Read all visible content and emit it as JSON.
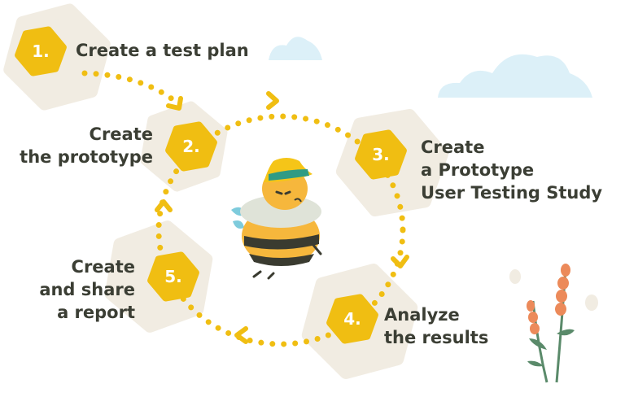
{
  "colors": {
    "accent": "#f0be12",
    "hex_bg": "#f1ece2",
    "text": "#3b3e34",
    "cloud": "#dcf0f8"
  },
  "steps": [
    {
      "number": "1.",
      "lines": [
        "Create a test plan"
      ]
    },
    {
      "number": "2.",
      "lines": [
        "Create",
        "the prototype"
      ]
    },
    {
      "number": "3.",
      "lines": [
        "Create",
        "a Prototype",
        "User Testing Study"
      ]
    },
    {
      "number": "4.",
      "lines": [
        "Analyze",
        "the results"
      ]
    },
    {
      "number": "5.",
      "lines": [
        "Create",
        "and share",
        "a report"
      ]
    }
  ],
  "illustration": {
    "mascot": "bee-with-hat-icon",
    "decor": [
      "cloud-icon",
      "flower-icon"
    ]
  }
}
